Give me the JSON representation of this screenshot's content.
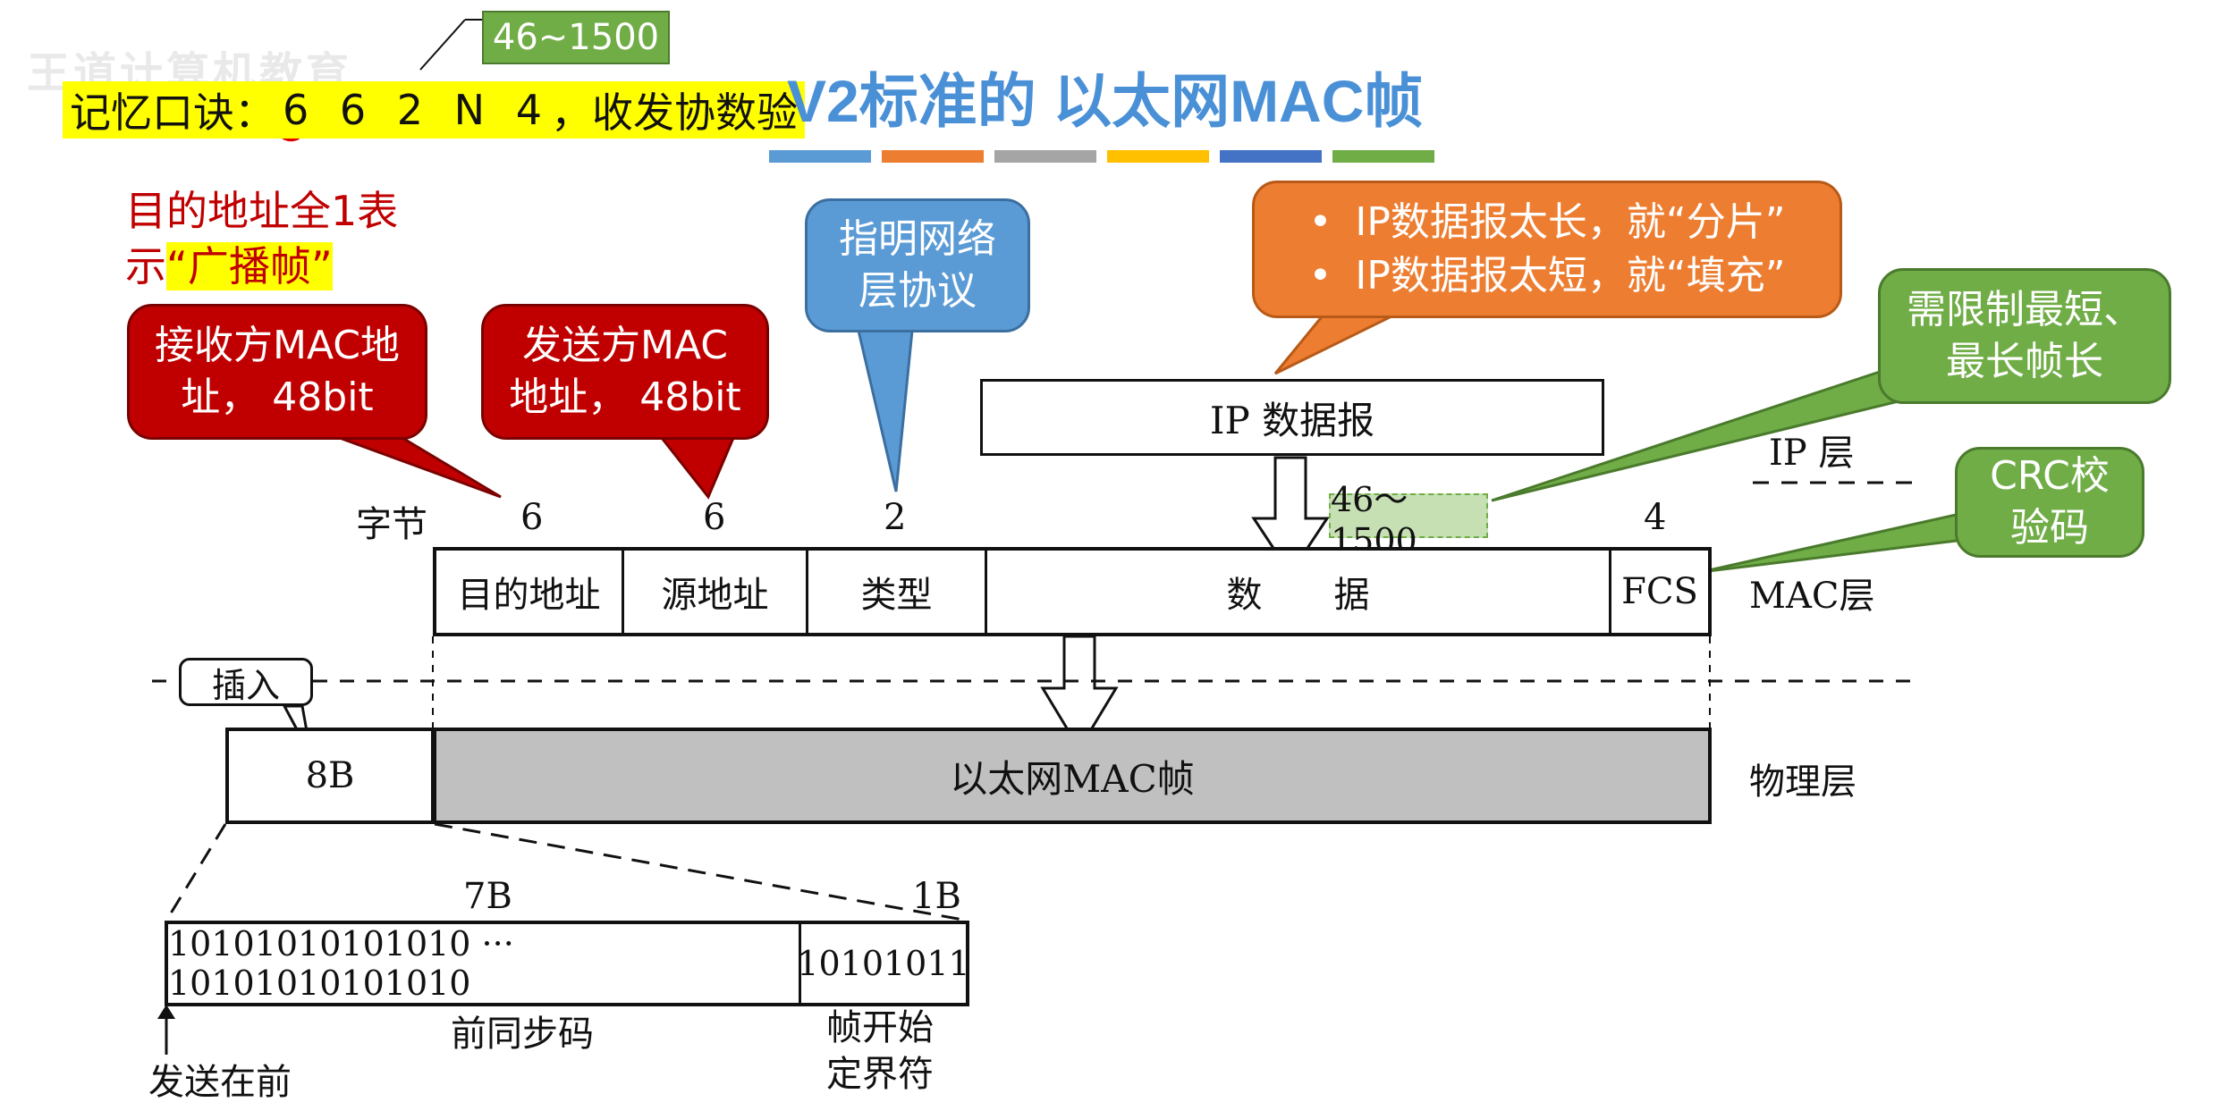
{
  "header": {
    "watermark": "王道计算机教育",
    "range_badge": "46~1500",
    "mnemonic_label": "记忆口诀：",
    "mnemonic_code": "6 6 2 N 4",
    "mnemonic_tail": "，收发协数验",
    "title": "V2标准的 以太网MAC帧",
    "title_bar_colors": [
      "#5b9bd5",
      "#ed7d31",
      "#a5a5a5",
      "#ffc000",
      "#4472c4",
      "#70ad47"
    ]
  },
  "notes": {
    "broadcast_line1": "目的地址全1表",
    "broadcast_line2_prefix": "示",
    "broadcast_line2_highlight": "“广播帧”"
  },
  "bubbles": {
    "dest_mac_line1": "接收方MAC地",
    "dest_mac_line2": "址， 48bit",
    "src_mac_line1": "发送方MAC",
    "src_mac_line2": "地址， 48bit",
    "type_line1": "指明网络",
    "type_line2": "层协议",
    "ip_fragment": "IP数据报太长，就“分片”",
    "ip_padding": "IP数据报太短，就“填充”",
    "length_line1": "需限制最短、",
    "length_line2": "最长帧长",
    "crc_line1": "CRC校",
    "crc_line2": "验码"
  },
  "diagram": {
    "ip_datagram": "IP 数据报",
    "ip_layer": "IP 层",
    "bytes_label": "字节",
    "size_dest": "6",
    "size_src": "6",
    "size_type": "2",
    "size_data": "46～1500",
    "size_fcs": "4",
    "fields": [
      "目的地址",
      "源地址",
      "类型",
      "数　　据",
      "FCS"
    ],
    "mac_layer": "MAC层",
    "insert_label": "插入",
    "preamble_size": "8B",
    "ethernet_frame": "以太网MAC帧",
    "physical_layer": "物理层",
    "preamble_7b": "7B",
    "preamble_1b": "1B",
    "preamble_bits": "10101010101010 ··· 10101010101010",
    "sfd_bits": "10101011",
    "preamble_name": "前同步码",
    "sfd_line1": "帧开始",
    "sfd_line2": "定界符",
    "send_first": "发送在前"
  }
}
